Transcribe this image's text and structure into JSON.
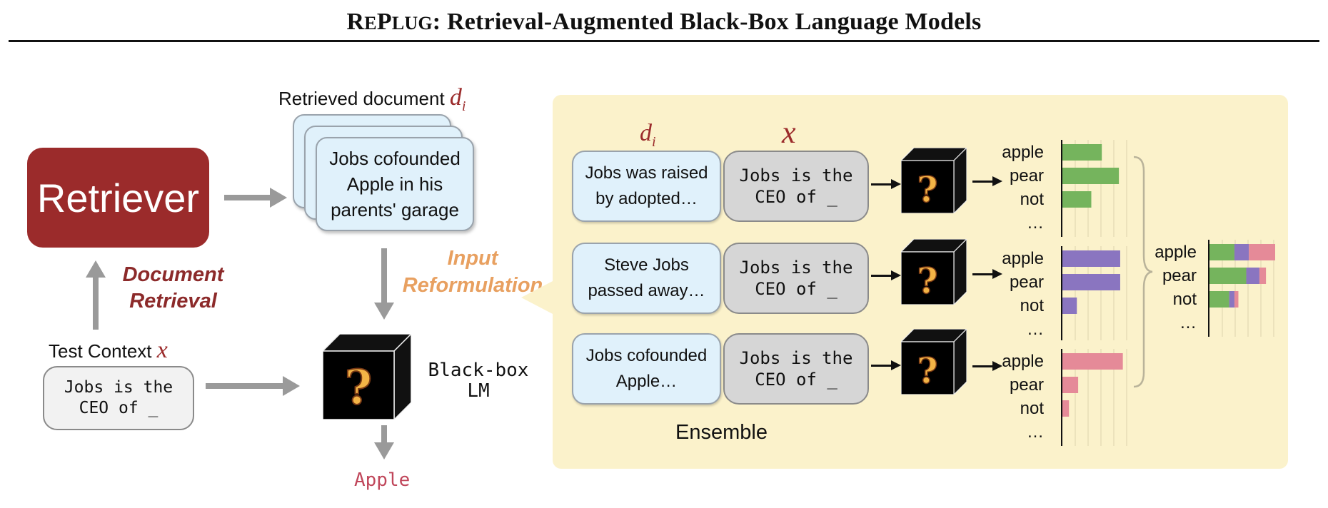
{
  "header": {
    "title_sc_first": "R",
    "title_sc_first_rest": "E",
    "title_sc_second": "P",
    "title_sc_second_rest": "LUG",
    "title_rest": ": Retrieval-Augmented Black-Box Language Models"
  },
  "left": {
    "retriever_label": "Retriever",
    "doc_retrieval_line1": "Document",
    "doc_retrieval_line2": "Retrieval",
    "test_context_label": "Test Context",
    "x_symbol": "x",
    "test_context_line1": "Jobs is the",
    "test_context_line2": "CEO of _"
  },
  "middle": {
    "retrieved_label": "Retrieved document",
    "d_symbol": "d",
    "d_subscript": "i",
    "retrieved_doc_lines": [
      "Jobs cofounded",
      "Apple in his",
      "parents' garage"
    ],
    "input_reform_line1": "Input",
    "input_reform_line2": "Reformulation",
    "lm_line1": "Black-box",
    "lm_line2": "LM",
    "output": "Apple"
  },
  "ensemble": {
    "label": "Ensemble",
    "head_d_symbol": "d",
    "head_d_subscript": "i",
    "head_x_symbol": "x",
    "rows": [
      {
        "doc_lines": [
          "Jobs was raised",
          "by adopted…"
        ],
        "ctx_lines": [
          "Jobs is the",
          "CEO of _"
        ]
      },
      {
        "doc_lines": [
          "Steve Jobs",
          "passed away…"
        ],
        "ctx_lines": [
          "Jobs is the",
          "CEO of _"
        ]
      },
      {
        "doc_lines": [
          "Jobs cofounded",
          "Apple…"
        ],
        "ctx_lines": [
          "Jobs is the",
          "CEO of _"
        ]
      }
    ],
    "tokens": [
      "apple",
      "pear",
      "not",
      "…"
    ]
  },
  "colors": {
    "retriever_red": "#9b2b2b",
    "orange": "#e8a060",
    "green": "#75b45d",
    "purple": "#8a75c0",
    "pink": "#e58a98",
    "panel": "#fbf2cb",
    "doc_blue": "#e0f1fb",
    "output_red": "#c0465a"
  },
  "chart_data": [
    {
      "type": "bar",
      "orientation": "horizontal",
      "categories": [
        "apple",
        "pear",
        "not"
      ],
      "series": [
        {
          "values": [
            0.6,
            0.86,
            0.44
          ]
        }
      ],
      "color": "#75b45d"
    },
    {
      "type": "bar",
      "orientation": "horizontal",
      "categories": [
        "apple",
        "pear",
        "not"
      ],
      "series": [
        {
          "values": [
            0.88,
            0.88,
            0.22
          ]
        }
      ],
      "color": "#8a75c0"
    },
    {
      "type": "bar",
      "orientation": "horizontal",
      "categories": [
        "apple",
        "pear",
        "not"
      ],
      "series": [
        {
          "values": [
            0.92,
            0.24,
            0.1
          ]
        }
      ],
      "color": "#e58a98"
    },
    {
      "type": "bar",
      "stacked": true,
      "orientation": "horizontal",
      "categories": [
        "apple",
        "pear",
        "not"
      ],
      "series": [
        {
          "values": [
            0.38,
            0.56,
            0.3
          ],
          "color": "#75b45d"
        },
        {
          "values": [
            0.22,
            0.2,
            0.08
          ],
          "color": "#8a75c0"
        },
        {
          "values": [
            0.4,
            0.1,
            0.06
          ],
          "color": "#e58a98"
        }
      ]
    }
  ]
}
